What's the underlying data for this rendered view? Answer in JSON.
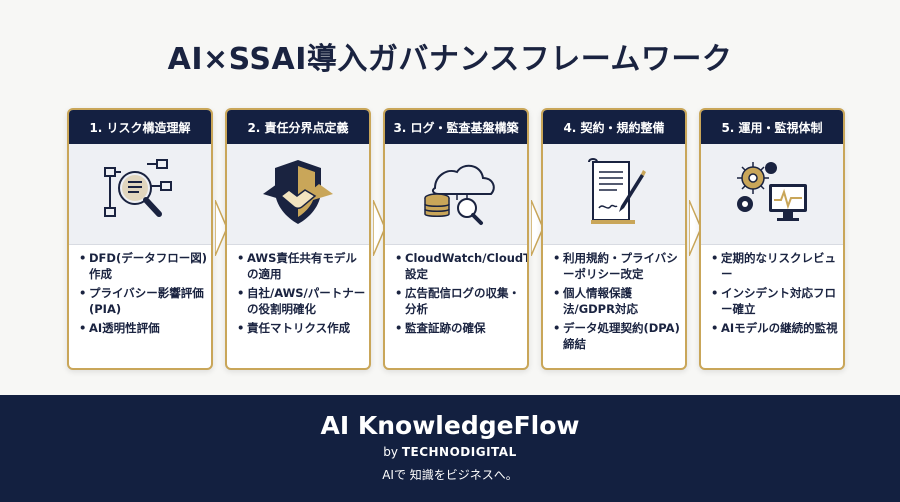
{
  "title": "AI×SSAI導入ガバナンスフレームワーク",
  "steps": [
    {
      "header": "1. リスク構造理解",
      "icon": "magnifier-flowchart-icon",
      "items": [
        "DFD(データフロー図)作成",
        "プライバシー影響評価(PIA)",
        "AI透明性評価"
      ]
    },
    {
      "header": "2. 責任分界点定義",
      "icon": "shield-handshake-icon",
      "items": [
        "AWS責任共有モデルの適用",
        "自社/AWS/パートナーの役割明確化",
        "責任マトリクス作成"
      ]
    },
    {
      "header": "3. ログ・監査基盤構築",
      "icon": "cloud-database-icon",
      "items": [
        "CloudWatch/CloudTrail設定",
        "広告配信ログの収集・分析",
        "監査証跡の確保"
      ]
    },
    {
      "header": "4. 契約・規約整備",
      "icon": "contract-pen-icon",
      "items": [
        "利用規約・プライバシーポリシー改定",
        "個人情報保護法/GDPR対応",
        "データ処理契約(DPA)締結"
      ]
    },
    {
      "header": "5. 運用・監視体制",
      "icon": "gears-monitor-icon",
      "items": [
        "定期的なリスクレビュー",
        "インシデント対応フロー確立",
        "AIモデルの継続的監視"
      ]
    }
  ],
  "footer": {
    "brand": "AI KnowledgeFlow",
    "by": "by",
    "company": "TECHNODIGITAL",
    "tagline": "AIで 知識をビジネスへ。"
  },
  "colors": {
    "navy": "#142041",
    "gold": "#c9a659",
    "background": "#f7f7f5"
  }
}
